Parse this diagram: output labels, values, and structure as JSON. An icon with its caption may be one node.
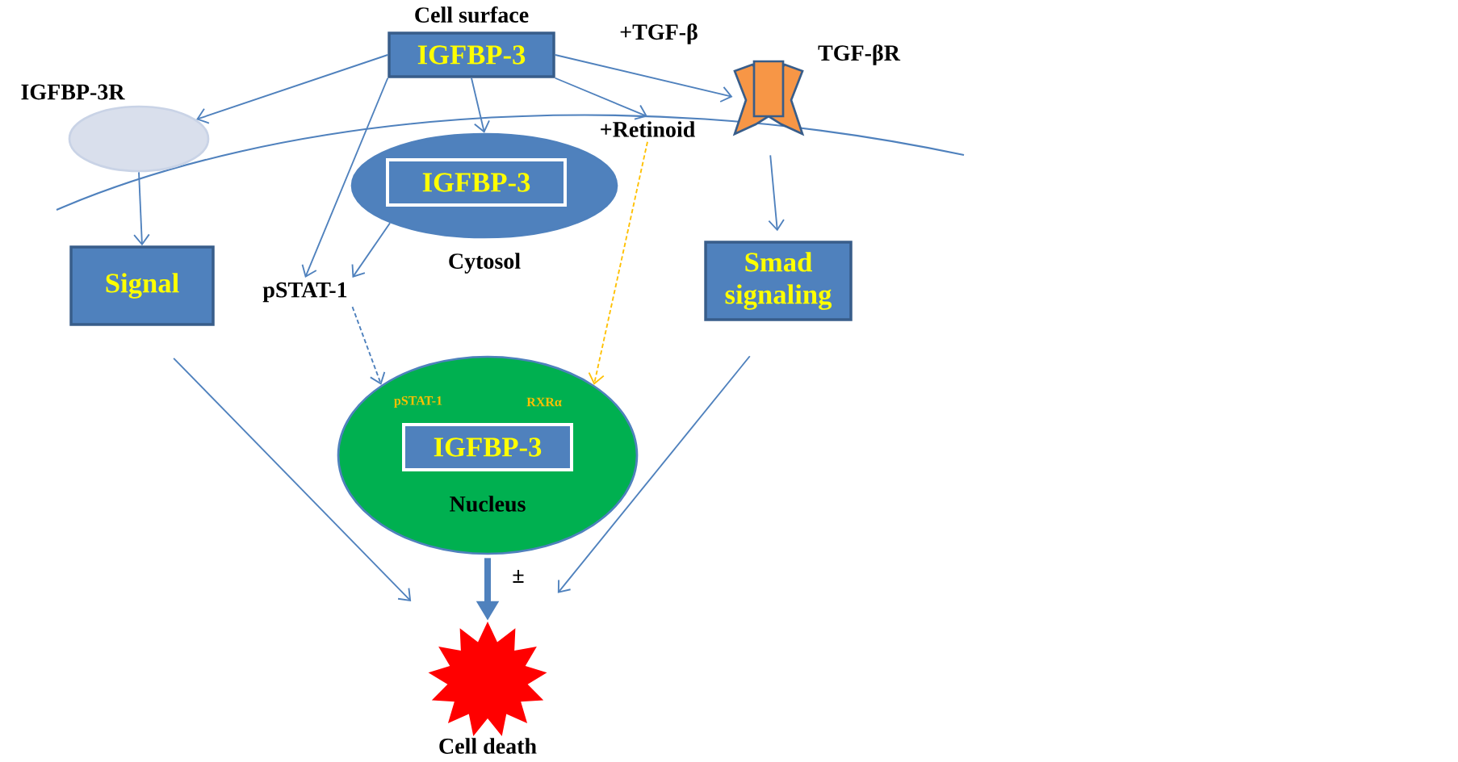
{
  "diagram": {
    "nodes": [
      {
        "text": [
          "IGFBP-3"
        ],
        "beside": [
          "Cell surface"
        ]
      },
      {
        "text": [
          "IGFBP-3R"
        ]
      },
      {
        "text": [
          "TGF-βR"
        ]
      },
      {
        "text": [
          "+Retinoid"
        ]
      },
      {
        "text": [
          "Cytosol"
        ]
      },
      {
        "text": [
          "IGFBP-3"
        ],
        "in": 4
      },
      {
        "text": [
          "pSTAT-1"
        ]
      },
      {
        "text": [
          "Signal"
        ]
      },
      {
        "text": [
          "Smad signaling"
        ]
      },
      {
        "text": [
          "pSTAT-1",
          "RXRα",
          "Nucleus"
        ]
      },
      {
        "text": [
          "IGFBP-3"
        ],
        "in": 9
      },
      {
        "text": [
          "Cell death"
        ]
      }
    ],
    "edges": [
      {
        "from": 0,
        "to": 1,
        "arrow": "to"
      },
      {
        "from": 0,
        "to": 6,
        "arrow": "to"
      },
      {
        "from": 0,
        "to": 4,
        "arrow": "to"
      },
      {
        "from": 0,
        "to": 3,
        "arrow": "to"
      },
      {
        "from": 0,
        "to": 2,
        "arrow": "to",
        "label": "+TGF-β"
      },
      {
        "from": 1,
        "to": 7,
        "arrow": "to"
      },
      {
        "from": 2,
        "to": 8,
        "arrow": "to"
      },
      {
        "from": 4,
        "to": 6,
        "arrow": "to"
      },
      {
        "from": 6,
        "to": 9,
        "arrow": "to",
        "style": "dashed"
      },
      {
        "from": 3,
        "to": 9,
        "arrow": "to",
        "style": "dashed",
        "color": "#ffc000"
      },
      {
        "from": 7,
        "to": 11,
        "arrow": "to"
      },
      {
        "from": 8,
        "to": 11,
        "arrow": "to"
      },
      {
        "from": 9,
        "to": 11,
        "arrow": "to",
        "style": "thick",
        "label": "±"
      }
    ]
  }
}
